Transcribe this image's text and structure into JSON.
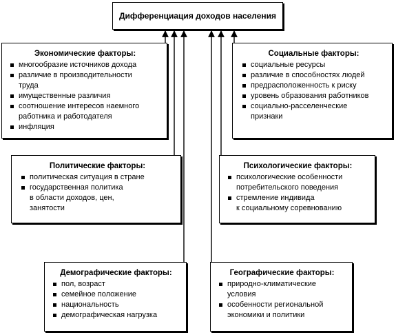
{
  "title": "Дифференциация доходов населения",
  "boxes": {
    "economic": {
      "title": "Экономические факторы:",
      "items": [
        "многообразие источников дохода",
        "различие в производительности",
        "труда",
        "имущественные различия",
        "соотношение интересов наемного",
        "работника и работодателя",
        "инфляция"
      ]
    },
    "social": {
      "title": "Социальные факторы:",
      "items": [
        "социальные ресурсы",
        "различие в способностях людей",
        "предрасположенность к риску",
        "уровень образования работников",
        "социально-расселенческие",
        "признаки"
      ]
    },
    "political": {
      "title": "Политические факторы:",
      "items": [
        "политическая ситуация в стране",
        "государственная политика",
        "в области доходов, цен,",
        "занятости"
      ]
    },
    "psychological": {
      "title": "Психологические факторы:",
      "items": [
        "психологические особенности",
        "потребительского поведения",
        "стремление индивида",
        "к социальному соревнованию"
      ]
    },
    "demographic": {
      "title": "Демографические факторы:",
      "items": [
        "пол, возраст",
        "семейное положение",
        "национальность",
        "демографическая нагрузка"
      ]
    },
    "geographic": {
      "title": "Географические факторы:",
      "items": [
        "природно-климатические",
        "условия",
        "особенности региональной",
        "экономики и политики"
      ]
    }
  }
}
